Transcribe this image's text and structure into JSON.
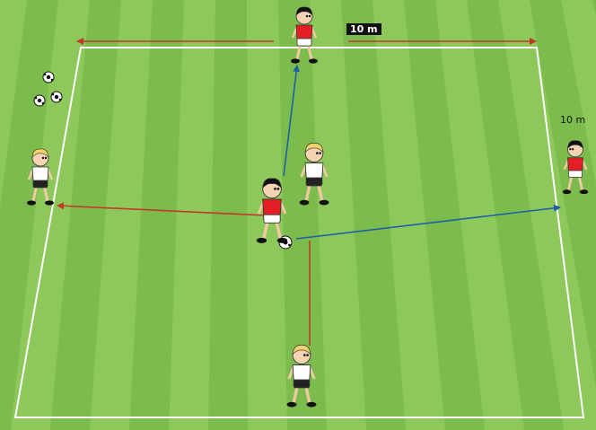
{
  "dimensions": {
    "top": "10 m",
    "right": "10 m"
  },
  "colors": {
    "grass_light": "#8cc95a",
    "grass_dark": "#6fb043",
    "field_lines": "#ffffff",
    "arrow_red": "#c0392b",
    "arrow_blue": "#1f5fa8",
    "jersey_red": "#e31e24",
    "jersey_white": "#ffffff",
    "shorts_white": "#ffffff",
    "shorts_black": "#222222",
    "hair_blond": "#f3d36b",
    "hair_black": "#111111"
  },
  "players": [
    {
      "id": "attacker-top",
      "team": "red"
    },
    {
      "id": "attacker-right",
      "team": "red"
    },
    {
      "id": "attacker-ball",
      "team": "red"
    },
    {
      "id": "defender-center",
      "team": "white"
    },
    {
      "id": "defender-left",
      "team": "white"
    },
    {
      "id": "defender-bottom",
      "team": "white"
    }
  ],
  "balls": {
    "spare_count": 3,
    "in_play_count": 1
  },
  "arrows": [
    {
      "id": "pass-top",
      "kind": "pass",
      "color": "blue"
    },
    {
      "id": "pass-right",
      "kind": "pass",
      "color": "blue"
    },
    {
      "id": "run-left",
      "kind": "run",
      "color": "red"
    },
    {
      "id": "run-down",
      "kind": "run",
      "color": "red"
    },
    {
      "id": "dim-line-left",
      "kind": "dimension",
      "color": "red"
    },
    {
      "id": "dim-line-right",
      "kind": "dimension",
      "color": "red"
    }
  ]
}
